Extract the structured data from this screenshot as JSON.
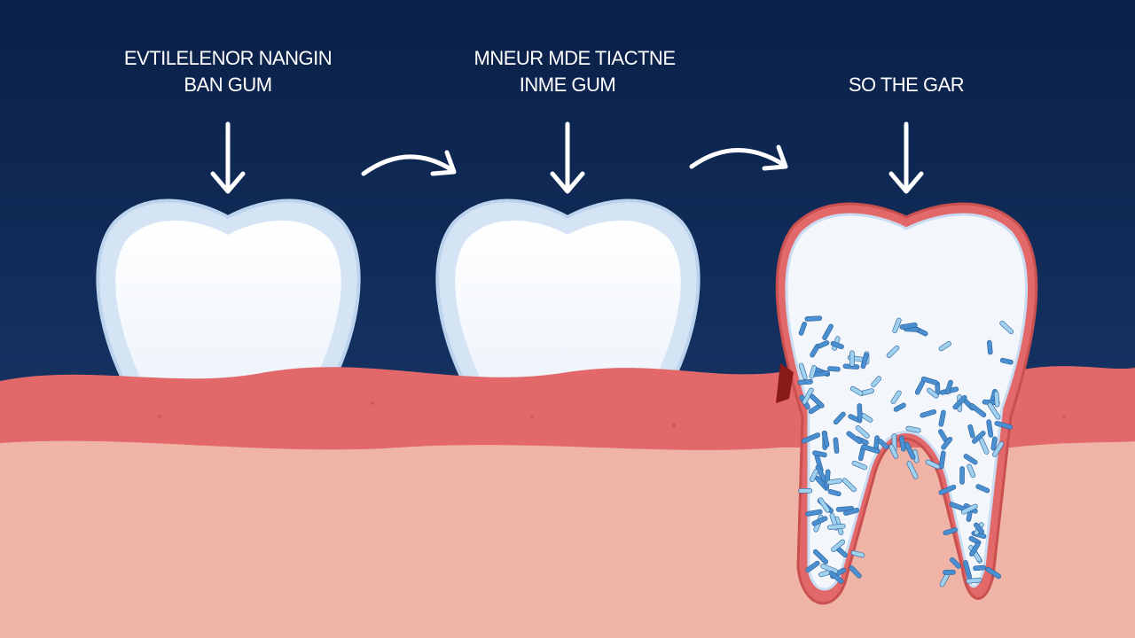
{
  "stages": [
    {
      "line1": "EVTILELENOR NANGIN",
      "line2": "BAN GUM"
    },
    {
      "line1": "MNEUR MDE TIACTNE",
      "line2": "INME GUM"
    },
    {
      "line1": "",
      "line2": "SO THE GAR"
    }
  ],
  "colors": {
    "background_top": "#0a2048",
    "background_bottom": "#1b3d72",
    "gum": "#e2686a",
    "tissue": "#f0b4a6",
    "tooth": "#ffffff",
    "tooth_edge": "#c9dcf2",
    "bacteria": "#4a8fd0"
  }
}
